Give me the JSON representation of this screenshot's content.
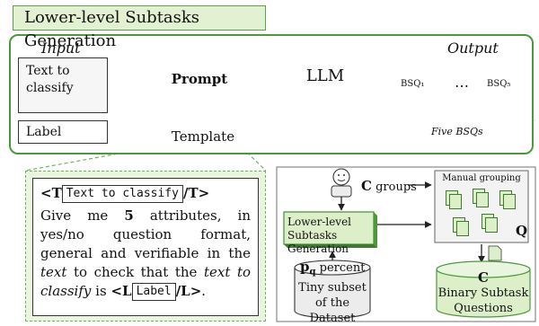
{
  "title": "Lower-level Subtasks Generation",
  "input": {
    "heading": "Input",
    "text_box": "Text to\nclassify",
    "label_box": "Label"
  },
  "prompt": {
    "label": "Prompt"
  },
  "template": {
    "label": "Template"
  },
  "llm": {
    "label": "LLM"
  },
  "output": {
    "heading": "Output",
    "doc_first": "BSQ₁",
    "doc_ellipsis": "…",
    "doc_last": "BSQ₅",
    "caption": "Five BSQs"
  },
  "template_detail": {
    "open_tag": "<T",
    "text_field": "Text to classify",
    "close_tag": "/T>",
    "p1": "Give me",
    "count": "5",
    "p2": "attributes, in yes/no question format, general and verifiable in the",
    "text_word": "text",
    "p3": "to check that the",
    "text_to_classify": "text to classify",
    "p4": "is",
    "open_label": "<L",
    "label_field": "Label",
    "close_label": "/L>",
    "end": "."
  },
  "pipeline": {
    "c_symbol": "C",
    "groups_text": "groups",
    "manual_grouping": "Manual grouping",
    "q_symbol": "Q",
    "subtasks_box": "Lower-level Subtasks Generation",
    "p_symbol": "p",
    "p_subscript": "q",
    "percent_text": "percent",
    "dataset_text": "Tiny subset of the Dataset",
    "bsq_c": "C",
    "bsq_text": "Binary Subtask Questions"
  },
  "colors": {
    "green_border": "#4a9a3c",
    "green_fill": "#dcefc9",
    "gray_fill": "#ececec"
  }
}
